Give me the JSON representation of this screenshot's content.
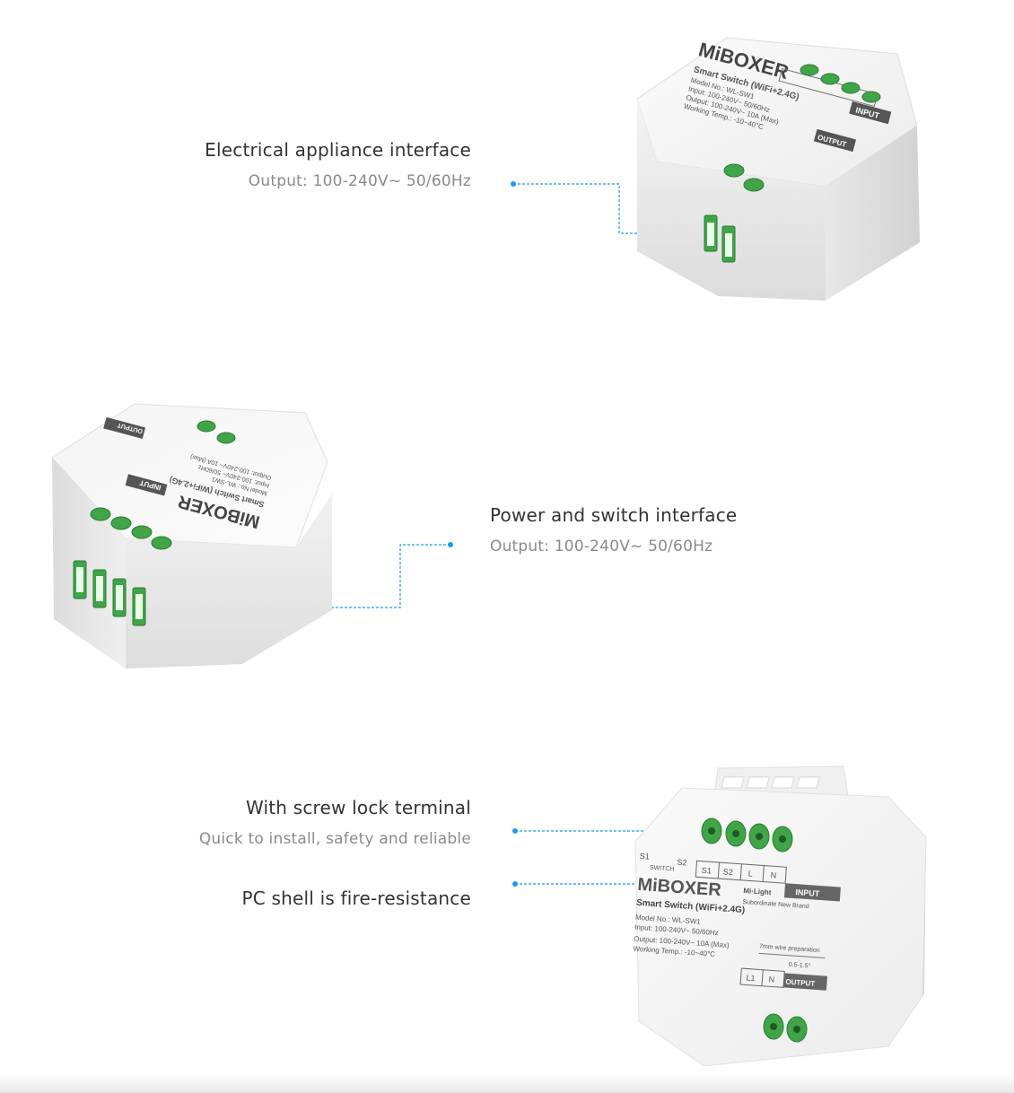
{
  "features": [
    {
      "title": "Electrical appliance interface",
      "subtitle": "Output: 100-240V~ 50/60Hz"
    },
    {
      "title": "Power and switch interface",
      "subtitle": "Output: 100-240V~ 50/60Hz"
    },
    {
      "title": "With screw lock terminal",
      "subtitle": "Quick to install, safety and reliable"
    },
    {
      "title": "PC shell is fire-resistance"
    }
  ],
  "device_label": {
    "brand": "MiBOXER",
    "sub_brand": "Mi·Light",
    "sub_brand_note": "Subordinate New Brand",
    "product": "Smart Switch (WiFi+2.4G)",
    "model": "Model No.: WL-SW1",
    "input": "Input: 100-240V~ 50/60Hz",
    "output": "Output: 100-240V~ 10A (Max)",
    "temp": "Working Temp.: -10~40°C",
    "wire_prep": "7mm wire preparation",
    "wire_size": "0.5-1.5°",
    "terminal_input": "INPUT",
    "terminal_output": "OUTPUT",
    "switch_text": "SWITCH",
    "s1": "S1",
    "s2": "S2",
    "l": "L",
    "n": "N",
    "l1": "L1"
  },
  "colors": {
    "accent_line": "#1a9be8",
    "terminal_green": "#3fa548",
    "title": "#333333",
    "subtitle": "#8a8a8a"
  }
}
